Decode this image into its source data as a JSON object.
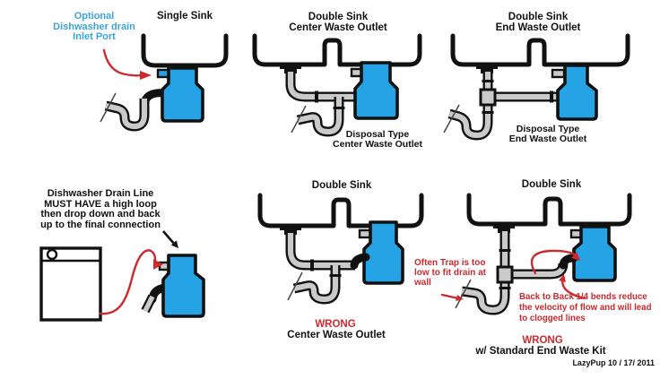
{
  "colors": {
    "blue": "#26a3e4",
    "blue_text": "#3aa5da",
    "red": "#cc2a2e",
    "pipe_gray": "#cacaca"
  },
  "credit": "LazyPup 10 / 17/ 2011",
  "panels": {
    "single_sink": {
      "title": "Single Sink",
      "annotation_lines": [
        "Optional",
        "Dishwasher drain",
        "Inlet Port"
      ]
    },
    "double_center": {
      "title_lines": [
        "Double Sink",
        "Center Waste Outlet"
      ],
      "caption_lines": [
        "Disposal Type",
        "Center Waste Outlet"
      ]
    },
    "double_end": {
      "title_lines": [
        "Double Sink",
        "End Waste Outlet"
      ],
      "caption_lines": [
        "Disposal Type",
        "End Waste Outlet"
      ]
    },
    "dishwasher": {
      "note_lines": [
        "Dishwasher Drain Line",
        "MUST HAVE a high loop",
        "then drop down and back",
        "up to the final connection"
      ]
    },
    "wrong_center": {
      "title": "Double Sink",
      "verdict": "WRONG",
      "caption": "Center Waste Outlet"
    },
    "wrong_end": {
      "title": "Double Sink",
      "verdict": "WRONG",
      "caption": "w/ Standard End Waste Kit",
      "trap_note_lines": [
        "Often Trap is too",
        "low to fit drain at",
        "wall"
      ],
      "bends_note_lines": [
        "Back to Back 1/4 bends reduce",
        "the velocity of flow and will lead",
        "to clogged lines"
      ]
    }
  }
}
